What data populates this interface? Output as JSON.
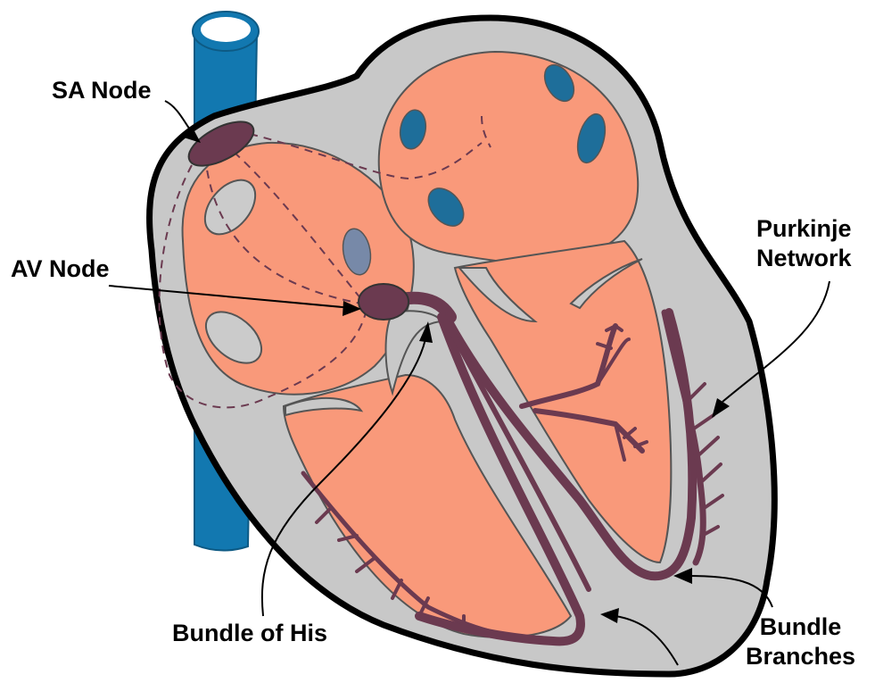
{
  "labels": {
    "sa_node": "SA Node",
    "av_node": "AV Node",
    "purkinje_line1": "Purkinje",
    "purkinje_line2": "Network",
    "bundle_of_his": "Bundle of His",
    "bundle_branches_line1": "Bundle",
    "bundle_branches_line2": "Branches"
  },
  "colors": {
    "heart_wall": "#c8c8c8",
    "outline": "#000000",
    "chamber": "#f9997a",
    "vessel": "#1278b0",
    "valve_blue": "#1e6e9a",
    "valve_gray": "#cbcbcb",
    "conduction": "#6b3a50",
    "background": "#ffffff"
  }
}
